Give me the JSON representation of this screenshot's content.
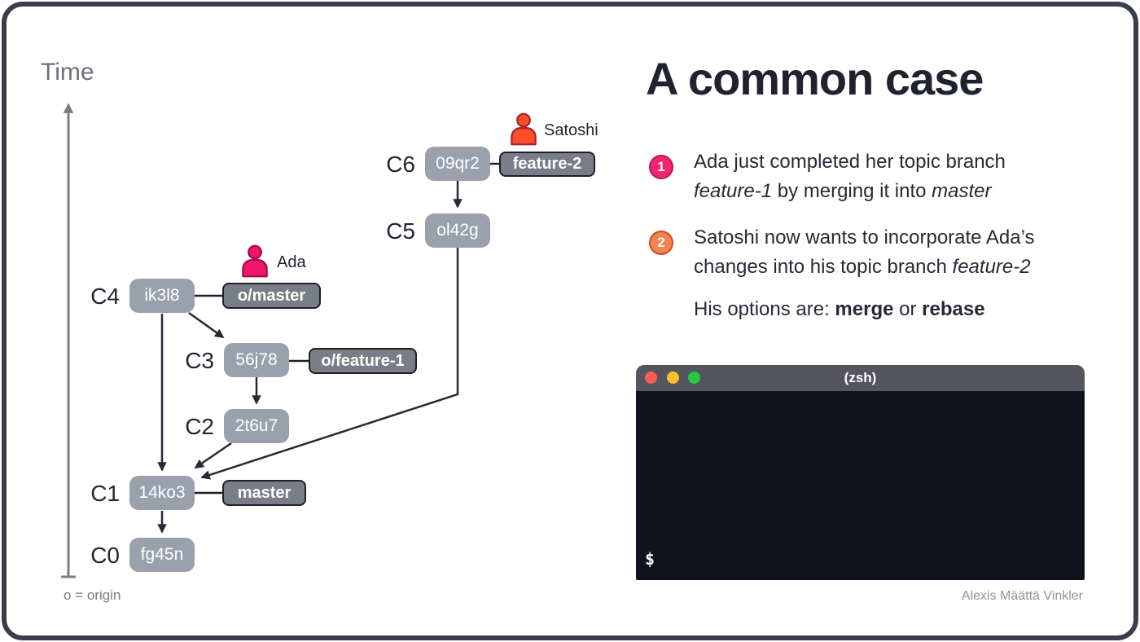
{
  "colors": {
    "frame_border": "#3a3d4a",
    "commit_box": "#9aa1ad",
    "branch_box_fill": "#787d87",
    "branch_box_border": "#1d2029",
    "arrow": "#262a36",
    "axis_gray": "#7a7d84",
    "ada_pink": "#f2156c",
    "satoshi_orange": "#fb4f2c",
    "badge1_pink": "#f4256e",
    "badge2_orange": "#f6824e",
    "terminal_titlebar": "#54555e",
    "terminal_body": "#11141f",
    "traffic_red": "#fd5c55",
    "traffic_yellow": "#febc2e",
    "traffic_green": "#28c840"
  },
  "diagram": {
    "time_label": "Time",
    "origin_note": "o = origin",
    "commits": [
      {
        "id": "C6",
        "hash": "09qr2"
      },
      {
        "id": "C5",
        "hash": "ol42g"
      },
      {
        "id": "C4",
        "hash": "ik3l8"
      },
      {
        "id": "C3",
        "hash": "56j78"
      },
      {
        "id": "C2",
        "hash": "2t6u7"
      },
      {
        "id": "C1",
        "hash": "14ko3"
      },
      {
        "id": "C0",
        "hash": "fg45n"
      }
    ],
    "branches": [
      {
        "label": "feature-2"
      },
      {
        "label": "o/master"
      },
      {
        "label": "o/feature-1"
      },
      {
        "label": "master"
      }
    ],
    "persons": [
      {
        "name": "Satoshi"
      },
      {
        "name": "Ada"
      }
    ]
  },
  "panel": {
    "title": "A common case",
    "items": [
      {
        "number": "1",
        "line1": "Ada just completed her topic branch",
        "line2_parts": [
          "feature-1",
          " by merging it into ",
          "master"
        ]
      },
      {
        "number": "2",
        "line1": "Satoshi now wants to incorporate Ada’s",
        "line2_parts": [
          "changes into his topic branch ",
          "feature-2"
        ]
      }
    ],
    "options": {
      "prefix": "His options are: ",
      "opt1": "merge",
      "middle": " or ",
      "opt2": "rebase"
    }
  },
  "terminal": {
    "title": "(zsh)",
    "prompt": "$"
  },
  "attribution": "Alexis Määttä Vinkler"
}
